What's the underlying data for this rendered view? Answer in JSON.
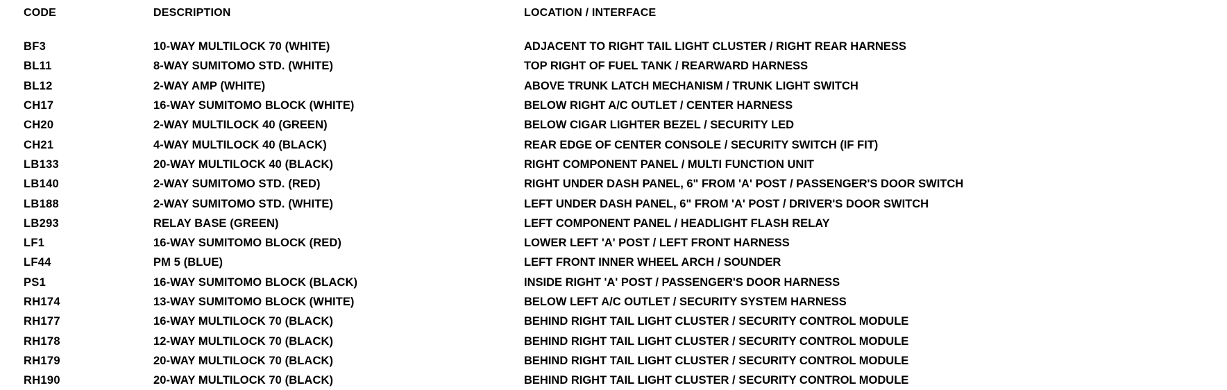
{
  "table": {
    "headers": {
      "code": "CODE",
      "description": "DESCRIPTION",
      "location": "LOCATION / INTERFACE"
    },
    "rows": [
      {
        "code": "BF3",
        "description": "10-WAY MULTILOCK 70 (WHITE)",
        "location": "ADJACENT TO RIGHT TAIL LIGHT CLUSTER / RIGHT REAR HARNESS"
      },
      {
        "code": "BL11",
        "description": "8-WAY SUMITOMO STD. (WHITE)",
        "location": "TOP RIGHT OF FUEL TANK / REARWARD HARNESS"
      },
      {
        "code": "BL12",
        "description": "2-WAY AMP (WHITE)",
        "location": "ABOVE TRUNK LATCH MECHANISM / TRUNK LIGHT SWITCH"
      },
      {
        "code": "CH17",
        "description": "16-WAY SUMITOMO BLOCK (WHITE)",
        "location": "BELOW RIGHT A/C OUTLET / CENTER HARNESS"
      },
      {
        "code": "CH20",
        "description": "2-WAY MULTILOCK 40 (GREEN)",
        "location": "BELOW CIGAR LIGHTER BEZEL / SECURITY LED"
      },
      {
        "code": "CH21",
        "description": "4-WAY MULTILOCK 40 (BLACK)",
        "location": "REAR EDGE OF CENTER CONSOLE / SECURITY SWITCH (IF FIT)"
      },
      {
        "code": "LB133",
        "description": "20-WAY MULTILOCK 40 (BLACK)",
        "location": "RIGHT COMPONENT PANEL / MULTI FUNCTION UNIT"
      },
      {
        "code": "LB140",
        "description": "2-WAY SUMITOMO STD. (RED)",
        "location": "RIGHT UNDER DASH PANEL, 6\" FROM 'A' POST / PASSENGER'S DOOR SWITCH"
      },
      {
        "code": "LB188",
        "description": "2-WAY SUMITOMO STD. (WHITE)",
        "location": "LEFT UNDER DASH PANEL, 6\" FROM 'A' POST / DRIVER'S DOOR SWITCH"
      },
      {
        "code": "LB293",
        "description": "RELAY BASE (GREEN)",
        "location": "LEFT COMPONENT PANEL / HEADLIGHT FLASH RELAY"
      },
      {
        "code": "LF1",
        "description": "16-WAY SUMITOMO BLOCK (RED)",
        "location": "LOWER LEFT 'A' POST / LEFT FRONT HARNESS"
      },
      {
        "code": "LF44",
        "description": "PM 5 (BLUE)",
        "location": "LEFT FRONT INNER WHEEL ARCH / SOUNDER"
      },
      {
        "code": "PS1",
        "description": "16-WAY SUMITOMO BLOCK (BLACK)",
        "location": "INSIDE RIGHT 'A' POST / PASSENGER'S DOOR HARNESS"
      },
      {
        "code": "RH174",
        "description": "13-WAY SUMITOMO BLOCK (WHITE)",
        "location": "BELOW LEFT A/C OUTLET / SECURITY SYSTEM HARNESS"
      },
      {
        "code": "RH177",
        "description": "16-WAY MULTILOCK 70 (BLACK)",
        "location": "BEHIND RIGHT TAIL LIGHT CLUSTER / SECURITY CONTROL MODULE"
      },
      {
        "code": "RH178",
        "description": "12-WAY MULTILOCK 70 (BLACK)",
        "location": "BEHIND RIGHT TAIL LIGHT CLUSTER / SECURITY CONTROL MODULE"
      },
      {
        "code": "RH179",
        "description": "20-WAY MULTILOCK 70 (BLACK)",
        "location": "BEHIND RIGHT TAIL LIGHT CLUSTER / SECURITY CONTROL MODULE"
      },
      {
        "code": "RH190",
        "description": "20-WAY MULTILOCK 70 (BLACK)",
        "location": "BEHIND RIGHT TAIL LIGHT CLUSTER / SECURITY CONTROL MODULE"
      }
    ]
  }
}
